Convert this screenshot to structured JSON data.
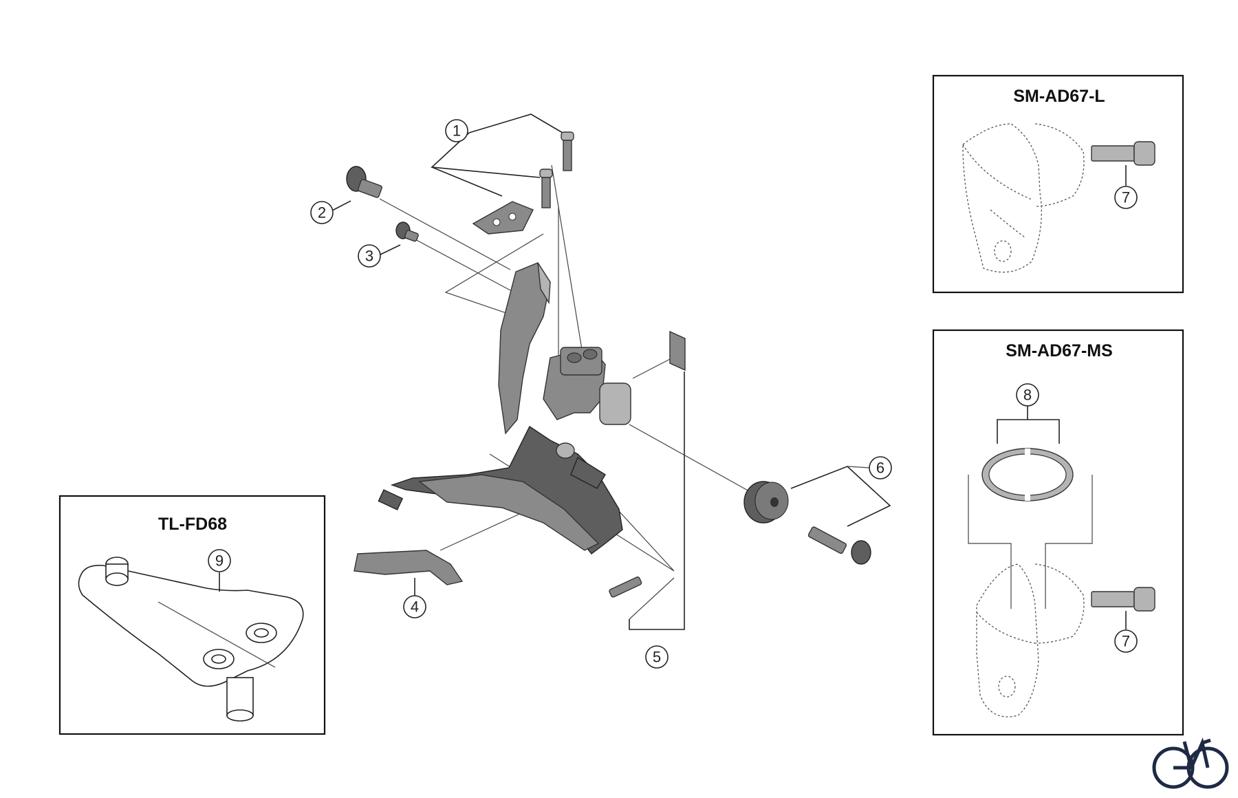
{
  "boxes": {
    "tl": {
      "title": "TL-FD68"
    },
    "l": {
      "title": "SM-AD67-L"
    },
    "ms": {
      "title": "SM-AD67-MS"
    }
  },
  "callouts": {
    "c1": "1",
    "c2": "2",
    "c3": "3",
    "c4": "4",
    "c5": "5",
    "c6": "6",
    "c7a": "7",
    "c7b": "7",
    "c8": "8",
    "c9": "9"
  },
  "colors": {
    "part": "#8a8a8a",
    "part_dark": "#5e5e5e",
    "logo": "#1f2a44"
  },
  "logo": {
    "icon": "bicycle-icon"
  }
}
